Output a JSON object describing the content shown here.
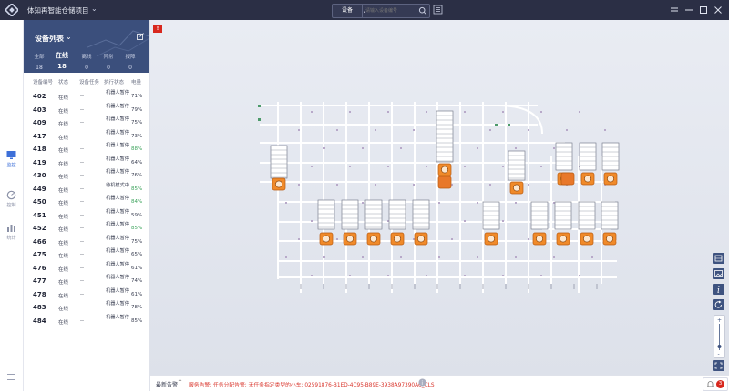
{
  "header": {
    "app_title": "体知再智能仓储项目",
    "search_type": "设备",
    "search_placeholder": "请输入设备编号"
  },
  "nav": {
    "items": [
      {
        "label": "监控",
        "icon": "monitor-icon",
        "active": true
      },
      {
        "label": "控制",
        "icon": "control-icon",
        "active": false
      },
      {
        "label": "统计",
        "icon": "statistics-icon",
        "active": false
      }
    ]
  },
  "device_panel": {
    "title": "设备列表",
    "stats": [
      {
        "label": "全部",
        "value": "18"
      },
      {
        "label": "在线",
        "value": "18"
      },
      {
        "label": "离线",
        "value": "0"
      },
      {
        "label": "异常",
        "value": "0"
      },
      {
        "label": "报障",
        "value": "0"
      }
    ],
    "columns": [
      "设备编号",
      "状态",
      "设备任务",
      "执行状态",
      "电量"
    ],
    "rows": [
      {
        "id": "402",
        "status": "在线",
        "task": "--",
        "exec": "机器人暂停",
        "power": "71%",
        "low": false
      },
      {
        "id": "403",
        "status": "在线",
        "task": "--",
        "exec": "机器人暂停",
        "power": "79%",
        "low": false
      },
      {
        "id": "409",
        "status": "在线",
        "task": "--",
        "exec": "机器人暂停",
        "power": "75%",
        "low": false
      },
      {
        "id": "417",
        "status": "在线",
        "task": "--",
        "exec": "机器人暂停",
        "power": "73%",
        "low": false
      },
      {
        "id": "418",
        "status": "在线",
        "task": "--",
        "exec": "机器人暂停",
        "power": "88%",
        "low": true
      },
      {
        "id": "419",
        "status": "在线",
        "task": "--",
        "exec": "机器人暂停",
        "power": "64%",
        "low": false
      },
      {
        "id": "430",
        "status": "在线",
        "task": "--",
        "exec": "机器人暂停",
        "power": "76%",
        "low": false
      },
      {
        "id": "449",
        "status": "在线",
        "task": "--",
        "exec": "待机模式中",
        "power": "85%",
        "low": true
      },
      {
        "id": "450",
        "status": "在线",
        "task": "--",
        "exec": "机器人暂停",
        "power": "84%",
        "low": true
      },
      {
        "id": "451",
        "status": "在线",
        "task": "--",
        "exec": "机器人暂停",
        "power": "59%",
        "low": false
      },
      {
        "id": "452",
        "status": "在线",
        "task": "--",
        "exec": "机器人暂停",
        "power": "85%",
        "low": true
      },
      {
        "id": "466",
        "status": "在线",
        "task": "--",
        "exec": "机器人暂停",
        "power": "75%",
        "low": false
      },
      {
        "id": "475",
        "status": "在线",
        "task": "--",
        "exec": "机器人暂停",
        "power": "65%",
        "low": false
      },
      {
        "id": "476",
        "status": "在线",
        "task": "--",
        "exec": "机器人暂停",
        "power": "61%",
        "low": false
      },
      {
        "id": "477",
        "status": "在线",
        "task": "--",
        "exec": "机器人暂停",
        "power": "74%",
        "low": false
      },
      {
        "id": "478",
        "status": "在线",
        "task": "--",
        "exec": "机器人暂停",
        "power": "61%",
        "low": false
      },
      {
        "id": "483",
        "status": "在线",
        "task": "--",
        "exec": "机器人暂停",
        "power": "78%",
        "low": false
      },
      {
        "id": "484",
        "status": "在线",
        "task": "--",
        "exec": "机器人暂停",
        "power": "85%",
        "low": false
      }
    ]
  },
  "alert_badge": "!",
  "bottom_bar": {
    "recent_label": "最新告警",
    "alarm_text": "服务告警: 任务分配告警: 无任务指定类型的小车: 02591876-B1ED-4C95-B89E-3938A97390A6_CLS",
    "alarm_count": "3"
  },
  "colors": {
    "topbar": "#2b2f45",
    "panel_header": "#3b4f7c",
    "robot": "#f08a2a",
    "alarm": "#d9342b",
    "good_power": "#3aa25a"
  }
}
